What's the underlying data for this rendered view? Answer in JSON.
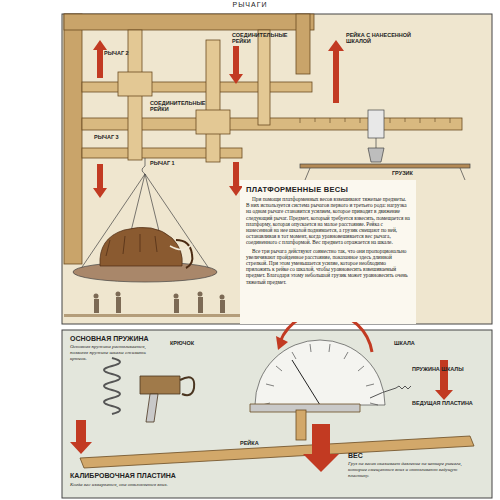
{
  "diagram": {
    "title": "РЫЧАГИ",
    "nodes": [
      {
        "text": [
          "ПЛАТФОРМЕННЫЕ ВЕСЫ",
          "При помощи платформенных весов взвешивают тяжелые предметы. В них используется система рычагов первого и третьего рода: нагрузка на одном рычаге становится усилием, которое приводит в движение следующий рычаг. Предмет, который требуется взвесить, помещается на платформу, которая опускается на малое расстояние. Рейка с нанесенной на нее шкалой поднимается, а грузик смещают по ней, останавливая в тот момент, когда уравновешивается вес рычага, соединенного с платформой. Вес предмета отражается на шкале.",
          "Все три рычага действуют совместно так, что они пропорционально увеличивают пройденное расстояние, показанное здесь длинной стрелкой. При этом уменьшается усилие, которое необходимо приложить к рейке со шкалой, чтобы уравновесить взвешиваемый предмет. Благодаря этому небольшой грузик может уравновесить очень тяжелый предмет."
        ]
      }
    ],
    "labels": [
      "РЫЧАГ 2",
      "СОЕДИНИТЕЛЬНЫЕ РЕЙКИ",
      "РЕЙКА С НАНЕСЕННОЙ ШКАЛОЙ",
      "СОЕДИНИТЕЛЬНЫЕ РЕЙКИ",
      "РЫЧАГ 3",
      "РЫЧАГ 1",
      "ГРУЗИК",
      "ОСНОВНАЯ ПРУЖИНА",
      "Основная пружина растягивается, позволяя пружине шкалы сжимать крючок.",
      "КРЮЧОК",
      "ШКАЛА",
      "ПРУЖИНА ШКАЛЫ",
      "ВЕДУЩАЯ ПЛАСТИНА",
      "РЕЙКА",
      "ВЕС",
      "Груз на весах оказывает давление на четыре рычага, которые смещаются вниз и оттягивают ведущую пластину.",
      "КАЛИБРОВОЧНАЯ ПЛАСТИНА",
      "Когда вес измеряется, она отклоняется вниз."
    ]
  }
}
